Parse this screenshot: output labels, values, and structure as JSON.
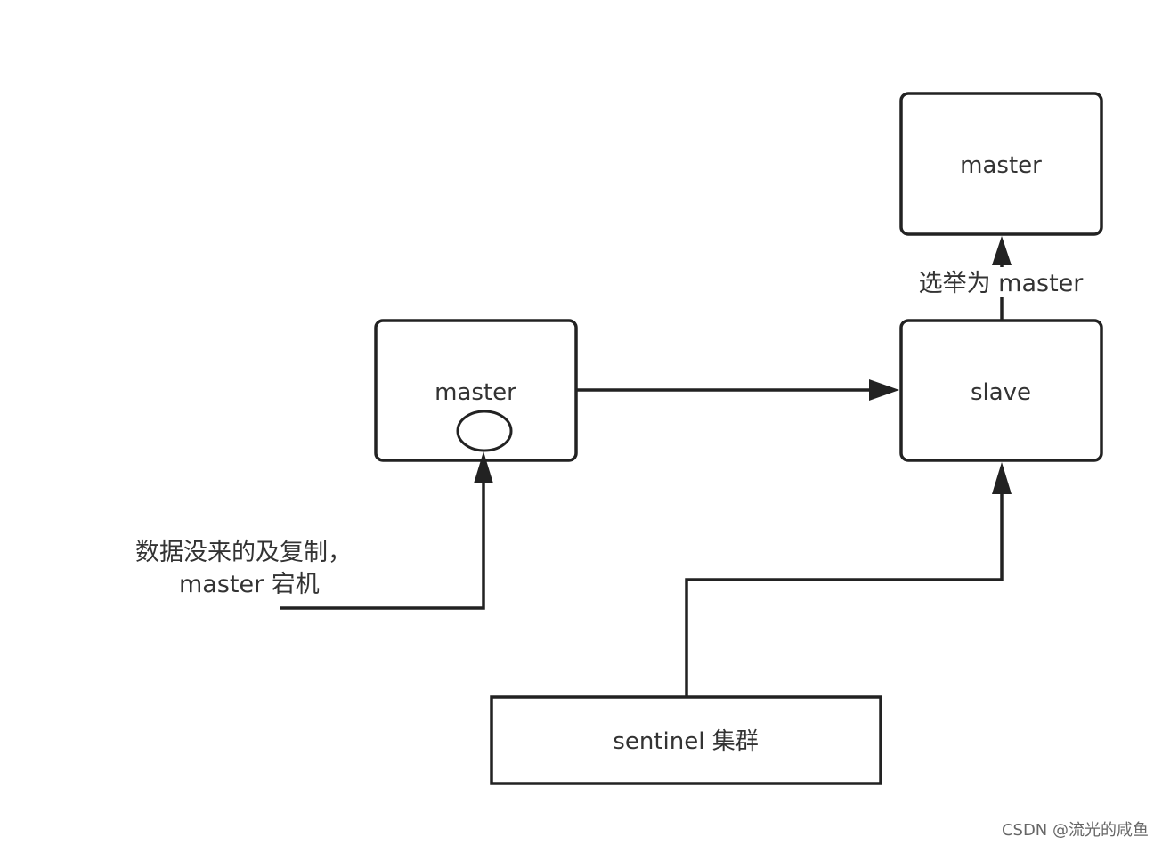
{
  "diagram": {
    "nodes": {
      "old_master": {
        "label": "master"
      },
      "slave": {
        "label": "slave"
      },
      "new_master": {
        "label": "master"
      },
      "sentinel": {
        "label": "sentinel 集群"
      }
    },
    "edges": {
      "replication": {
        "from": "old_master",
        "to": "slave"
      },
      "promotion": {
        "from": "slave",
        "to": "new_master",
        "label": "选举为 master"
      },
      "monitoring": {
        "from": "sentinel",
        "to": "slave"
      },
      "failure_note": {
        "to": "old_master",
        "label_line1": "数据没来的及复制，",
        "label_line2": "master 宕机"
      }
    }
  },
  "watermark": "CSDN @流光的咸鱼"
}
